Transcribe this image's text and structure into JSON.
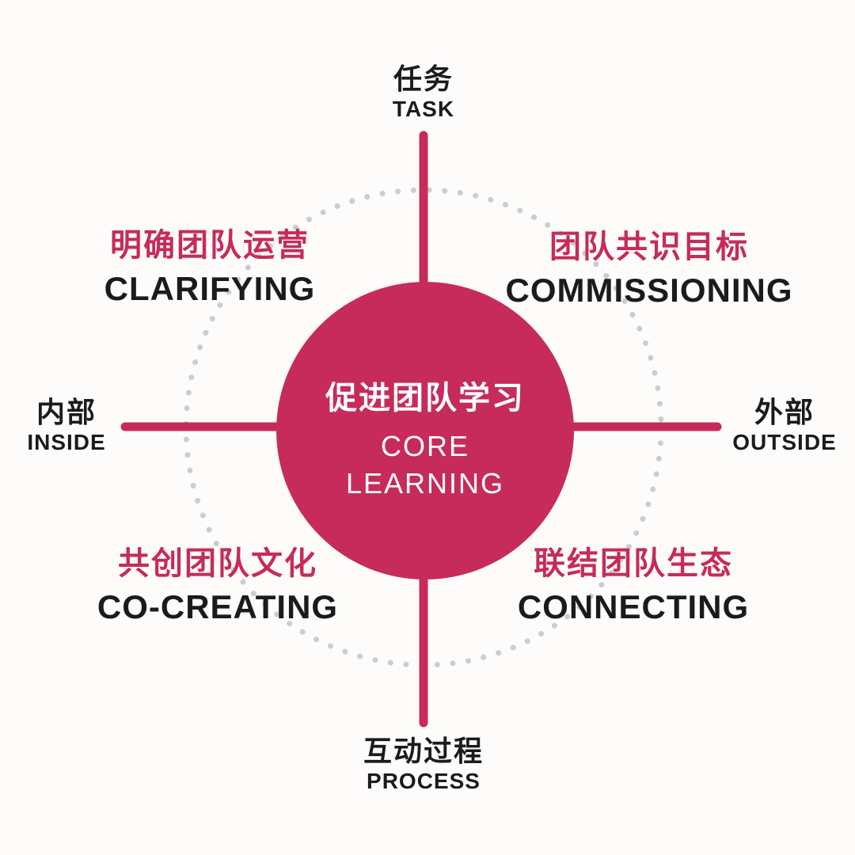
{
  "colors": {
    "primary": "#c62b5c",
    "text_dark": "#1b1b1b",
    "dot_gray": "#cdcdcd",
    "background": "#fdfcfb",
    "white_text": "#ffffff"
  },
  "center": {
    "zh": "促进团队学习",
    "en_line1": "CORE",
    "en_line2": "LEARNING"
  },
  "axes": {
    "top": {
      "zh": "任务",
      "en": "TASK"
    },
    "right": {
      "zh": "外部",
      "en": "OUTSIDE"
    },
    "bottom": {
      "zh": "互动过程",
      "en": "PROCESS"
    },
    "left": {
      "zh": "内部",
      "en": "INSIDE"
    }
  },
  "quadrants": {
    "top_left": {
      "zh": "明确团队运营",
      "en": "CLARIFYING"
    },
    "top_right": {
      "zh": "团队共识目标",
      "en": "COMMISSIONING"
    },
    "bottom_left": {
      "zh": "共创团队文化",
      "en": "CO-CREATING"
    },
    "bottom_right": {
      "zh": "联结团队生态",
      "en": "CONNECTING"
    }
  }
}
